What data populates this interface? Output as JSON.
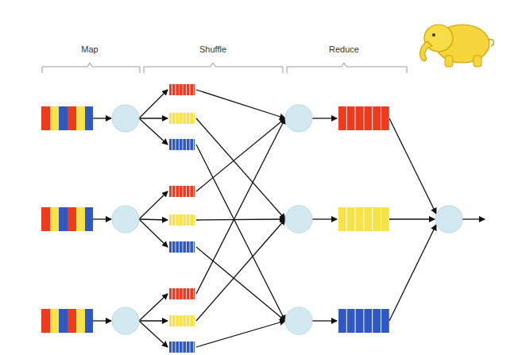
{
  "diagram": {
    "labels": [
      "Map",
      "Shuffle",
      "Reduce"
    ]
  }
}
